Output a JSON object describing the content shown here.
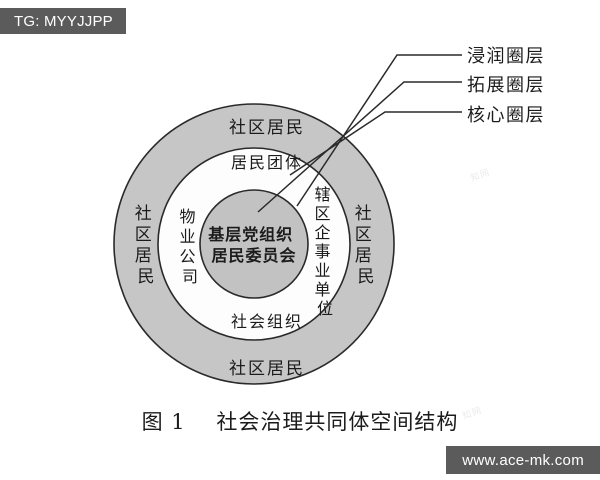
{
  "badges": {
    "telegram": "TG: MYYJJPP",
    "website": "www.ace-mk.com"
  },
  "figure": {
    "caption": "图 1    社会治理共同体空间结构",
    "watermark": "知网",
    "layers": [
      {
        "id": "core",
        "label": "核心圈层",
        "fill": "#c4c4c4",
        "members": [
          "基层党组织",
          "居民委员会"
        ]
      },
      {
        "id": "expansion",
        "label": "拓展圈层",
        "fill": "#ffffff",
        "members": [
          "居民团体",
          "物业公司",
          "辖区企事业单位",
          "社会组织"
        ]
      },
      {
        "id": "infiltration",
        "label": "浸润圈层",
        "fill": "#c4c4c4",
        "members": [
          "社区居民",
          "社区居民",
          "社区居民",
          "社区居民"
        ]
      }
    ],
    "center_text": {
      "line1": "基层党组织",
      "line2": "居民委员会"
    },
    "ring_middle": {
      "top": "居民团体",
      "left": "物业公司",
      "right": "辖区企事业单位",
      "bottom": "社会组织"
    },
    "ring_outer": {
      "top": "社区居民",
      "left": "社区居民",
      "right": "社区居民",
      "bottom": "社区居民"
    },
    "callouts": [
      {
        "label": "浸润圈层",
        "target": "infiltration"
      },
      {
        "label": "拓展圈层",
        "target": "expansion"
      },
      {
        "label": "核心圈层",
        "target": "core"
      }
    ],
    "colors": {
      "shaded_ring": "#c6c6c6",
      "core_fill": "#c2c2c2",
      "stroke": "#2a2a2a",
      "white_ring": "#fdfdfd",
      "text": "#1b1b1b"
    }
  }
}
